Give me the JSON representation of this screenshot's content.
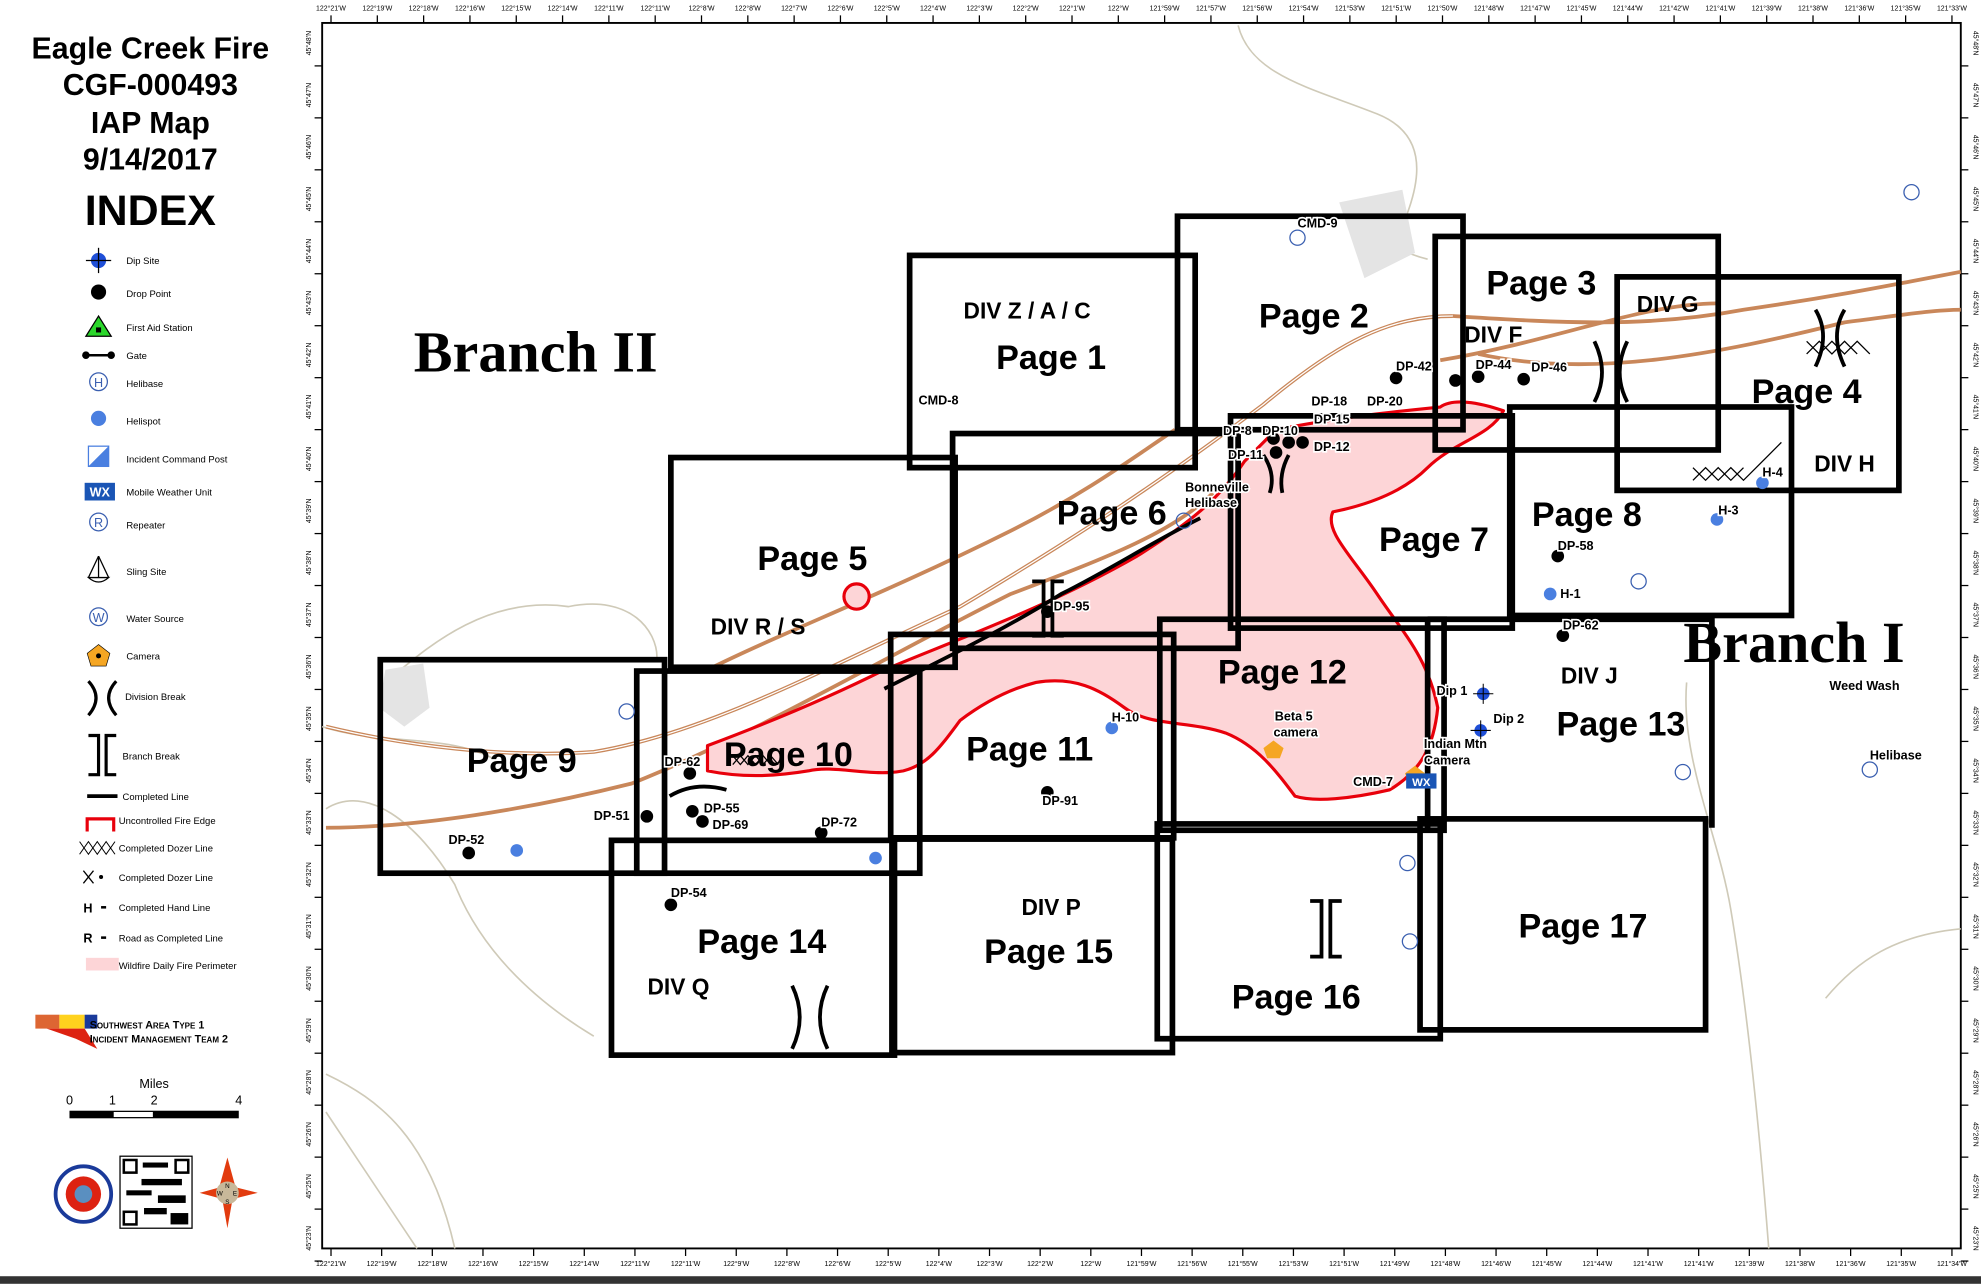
{
  "header": {
    "fire_name": "Eagle Creek Fire",
    "incident_number": "CGF-000493",
    "map_type": "IAP Map",
    "date": "9/14/2017",
    "index_label": "INDEX"
  },
  "legend": {
    "items": [
      {
        "icon": "dip-site-icon",
        "label": "Dip Site"
      },
      {
        "icon": "drop-point-icon",
        "label": "Drop Point"
      },
      {
        "icon": "first-aid-station-icon",
        "label": "First Aid Station"
      },
      {
        "icon": "gate-icon",
        "label": "Gate"
      },
      {
        "icon": "helibase-icon",
        "label": "Helibase"
      },
      {
        "icon": "helispot-icon",
        "label": "Helispot"
      },
      {
        "icon": "incident-command-post-icon",
        "label": "Incident Command Post"
      },
      {
        "icon": "mobile-weather-unit-icon",
        "label": "Mobile Weather Unit"
      },
      {
        "icon": "repeater-icon",
        "label": "Repeater"
      },
      {
        "icon": "sling-site-icon",
        "label": "Sling Site"
      },
      {
        "icon": "water-source-icon",
        "label": "Water Source"
      },
      {
        "icon": "camera-icon",
        "label": "Camera"
      },
      {
        "icon": "division-break-icon",
        "label": "Division Break"
      },
      {
        "icon": "branch-break-icon",
        "label": "Branch Break"
      },
      {
        "icon": "completed-line-icon",
        "label": "Completed Line"
      },
      {
        "icon": "uncontrolled-fire-edge-icon",
        "label": "Uncontrolled Fire Edge"
      },
      {
        "icon": "completed-dozer-line-icon",
        "label": "Completed Dozer Line"
      },
      {
        "icon": "completed-dozer-line-x-icon",
        "label": "Completed Dozer Line"
      },
      {
        "icon": "completed-hand-line-icon",
        "label": "Completed Hand Line"
      },
      {
        "icon": "road-as-completed-line-icon",
        "label": "Road as Completed Line"
      },
      {
        "icon": "wildfire-perimeter-icon",
        "label": "Wildfire Daily Fire Perimeter"
      }
    ],
    "symbols": {
      "wx": "WX",
      "repeater": "R",
      "helibase": "H",
      "water": "W",
      "hand": "H",
      "road": "R"
    }
  },
  "team": {
    "line1": "Southwest Area Type 1",
    "line2": "Incident Management Team 2"
  },
  "scale": {
    "unit": "Miles",
    "ticks": [
      "0",
      "1",
      "2",
      "4"
    ]
  },
  "compass": {
    "n": "N",
    "s": "S",
    "e": "E",
    "w": "W"
  },
  "colors": {
    "fire_edge": "#e8000b",
    "perimeter": "#fdd5d7",
    "road": "#c9875a",
    "helispot": "#4a7fe0",
    "camera": "#f5a623"
  },
  "map": {
    "branches": [
      "Branch II",
      "Branch I"
    ],
    "pages": [
      "Page 1",
      "Page 2",
      "Page 3",
      "Page 4",
      "Page 5",
      "Page 6",
      "Page 7",
      "Page 8",
      "Page 9",
      "Page 10",
      "Page 11",
      "Page 12",
      "Page 13",
      "Page 14",
      "Page 15",
      "Page 16",
      "Page 17"
    ],
    "divisions": [
      "DIV Z / A / C",
      "DIV F",
      "DIV G",
      "DIV H",
      "DIV R / S",
      "DIV J",
      "DIV Q",
      "DIV P"
    ],
    "drop_points": [
      "DP-42",
      "DP-44",
      "DP-46",
      "DP-18",
      "DP-20",
      "DP-8",
      "DP-10",
      "DP-15",
      "DP-11",
      "DP-12",
      "DP-58",
      "DP-62",
      "DP-95",
      "DP-62",
      "DP-55",
      "DP-69",
      "DP-51",
      "DP-52",
      "DP-72",
      "DP-91",
      "DP-54"
    ],
    "helispots": [
      "H-1",
      "H-3",
      "H-4",
      "H-10"
    ],
    "other_labels": [
      "CMD-8",
      "CMD-9",
      "CMD-7",
      "Bonneville",
      "Helibase",
      "Beta 5",
      "camera",
      "Indian Mtn",
      "Camera",
      "Dip 1",
      "Dip 2",
      "Weed Wash",
      "Helibase"
    ]
  },
  "axes": {
    "top": [
      "122°21'W",
      "122°19'W",
      "122°18'W",
      "122°16'W",
      "122°15'W",
      "122°14'W",
      "122°11'W",
      "122°11'W",
      "122°8'W",
      "122°8'W",
      "122°7'W",
      "122°6'W",
      "122°5'W",
      "122°4'W",
      "122°3'W",
      "122°2'W",
      "122°1'W",
      "122°W",
      "121°59'W",
      "121°57'W",
      "121°56'W",
      "121°54'W",
      "121°53'W",
      "121°51'W",
      "121°50'W",
      "121°48'W",
      "121°47'W",
      "121°45'W",
      "121°44'W",
      "121°42'W",
      "121°41'W",
      "121°39'W",
      "121°38'W",
      "121°36'W",
      "121°35'W",
      "121°33'W"
    ],
    "bottom": [
      "122°21'W",
      "122°19'W",
      "122°18'W",
      "122°16'W",
      "122°15'W",
      "122°14'W",
      "122°11'W",
      "122°11'W",
      "122°9'W",
      "122°8'W",
      "122°6'W",
      "122°5'W",
      "122°4'W",
      "122°3'W",
      "122°2'W",
      "122°W",
      "121°59'W",
      "121°56'W",
      "121°55'W",
      "121°53'W",
      "121°51'W",
      "121°49'W",
      "121°48'W",
      "121°46'W",
      "121°45'W",
      "121°44'W",
      "121°41'W",
      "121°41'W",
      "121°39'W",
      "121°38'W",
      "121°36'W",
      "121°35'W",
      "121°34'W"
    ],
    "side": [
      "45°48'N",
      "45°47'N",
      "45°46'N",
      "45°45'N",
      "45°44'N",
      "45°43'N",
      "45°42'N",
      "45°41'N",
      "45°40'N",
      "45°39'N",
      "45°38'N",
      "45°37'N",
      "45°36'N",
      "45°35'N",
      "45°34'N",
      "45°33'N",
      "45°32'N",
      "45°31'N",
      "45°30'N",
      "45°29'N",
      "45°28'N",
      "45°26'N",
      "45°25'N",
      "45°23'N"
    ]
  }
}
